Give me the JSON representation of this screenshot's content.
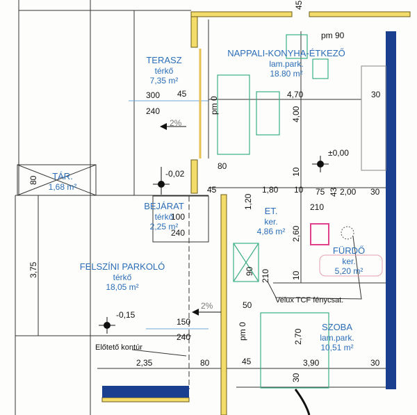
{
  "rooms": {
    "terasz": {
      "name": "TERASZ",
      "floor": "térkő",
      "area": "7,35 m²"
    },
    "nappali": {
      "name": "NAPPALI-KONYHA-ÉTKEZŐ",
      "floor": "lam.park.",
      "area": "18.80 m²"
    },
    "tar": {
      "name": "TÁR.",
      "area": "1,68 m²"
    },
    "bejarat": {
      "name": "BEJÁRAT",
      "floor": "térkő",
      "area": "2,25 m²"
    },
    "et": {
      "name": "ET.",
      "floor": "ker.",
      "area": "4,86 m²"
    },
    "furdo": {
      "name": "FÜRDŐ",
      "floor": "ker.",
      "area": "5,20 m²"
    },
    "parkolo": {
      "name": "FELSZÍNI PARKOLÓ",
      "floor": "térkő",
      "area": "18,05 m²"
    },
    "szoba": {
      "name": "SZOBA",
      "floor": "lam.park.",
      "area": "10,51 m²"
    }
  },
  "elevations": {
    "terasz": "-0,02",
    "nappali": "±0,00",
    "parkolo": "-0,15"
  },
  "slopes": {
    "terasz": "2%",
    "parkolo": "2%"
  },
  "levels": {
    "pm90": "pm 90",
    "pm0_living": "pm 0",
    "pm0_room": "pm 0"
  },
  "annotations": {
    "canopy": "Előtető kontúr",
    "velux": "Velux TCF fénycsat."
  },
  "dims": {
    "top45": "45",
    "terasz_w": "45",
    "terasz_h1": "300",
    "terasz_h2": "240",
    "tar_w": "80",
    "door80": "80",
    "wall45": "45",
    "d180": "1,80",
    "d10a": "10",
    "d75": "75",
    "d43": "43",
    "d200": "2,00",
    "d30a": "30",
    "d120": "1,20",
    "bej_h1": "100",
    "bej_h2": "240",
    "d210a": "210",
    "d260": "2,60",
    "d470": "4,70",
    "d30b": "30",
    "d400": "4,00",
    "d10b": "10",
    "d375": "3,75",
    "d90": "90",
    "d210b": "210",
    "d10c": "10",
    "d50": "50",
    "park_h1": "150",
    "park_h2": "240",
    "d235": "2,35",
    "d80b": "80",
    "d45b": "45",
    "d390": "3,90",
    "d30c": "30",
    "d30d": "30",
    "d270": "2,70"
  }
}
